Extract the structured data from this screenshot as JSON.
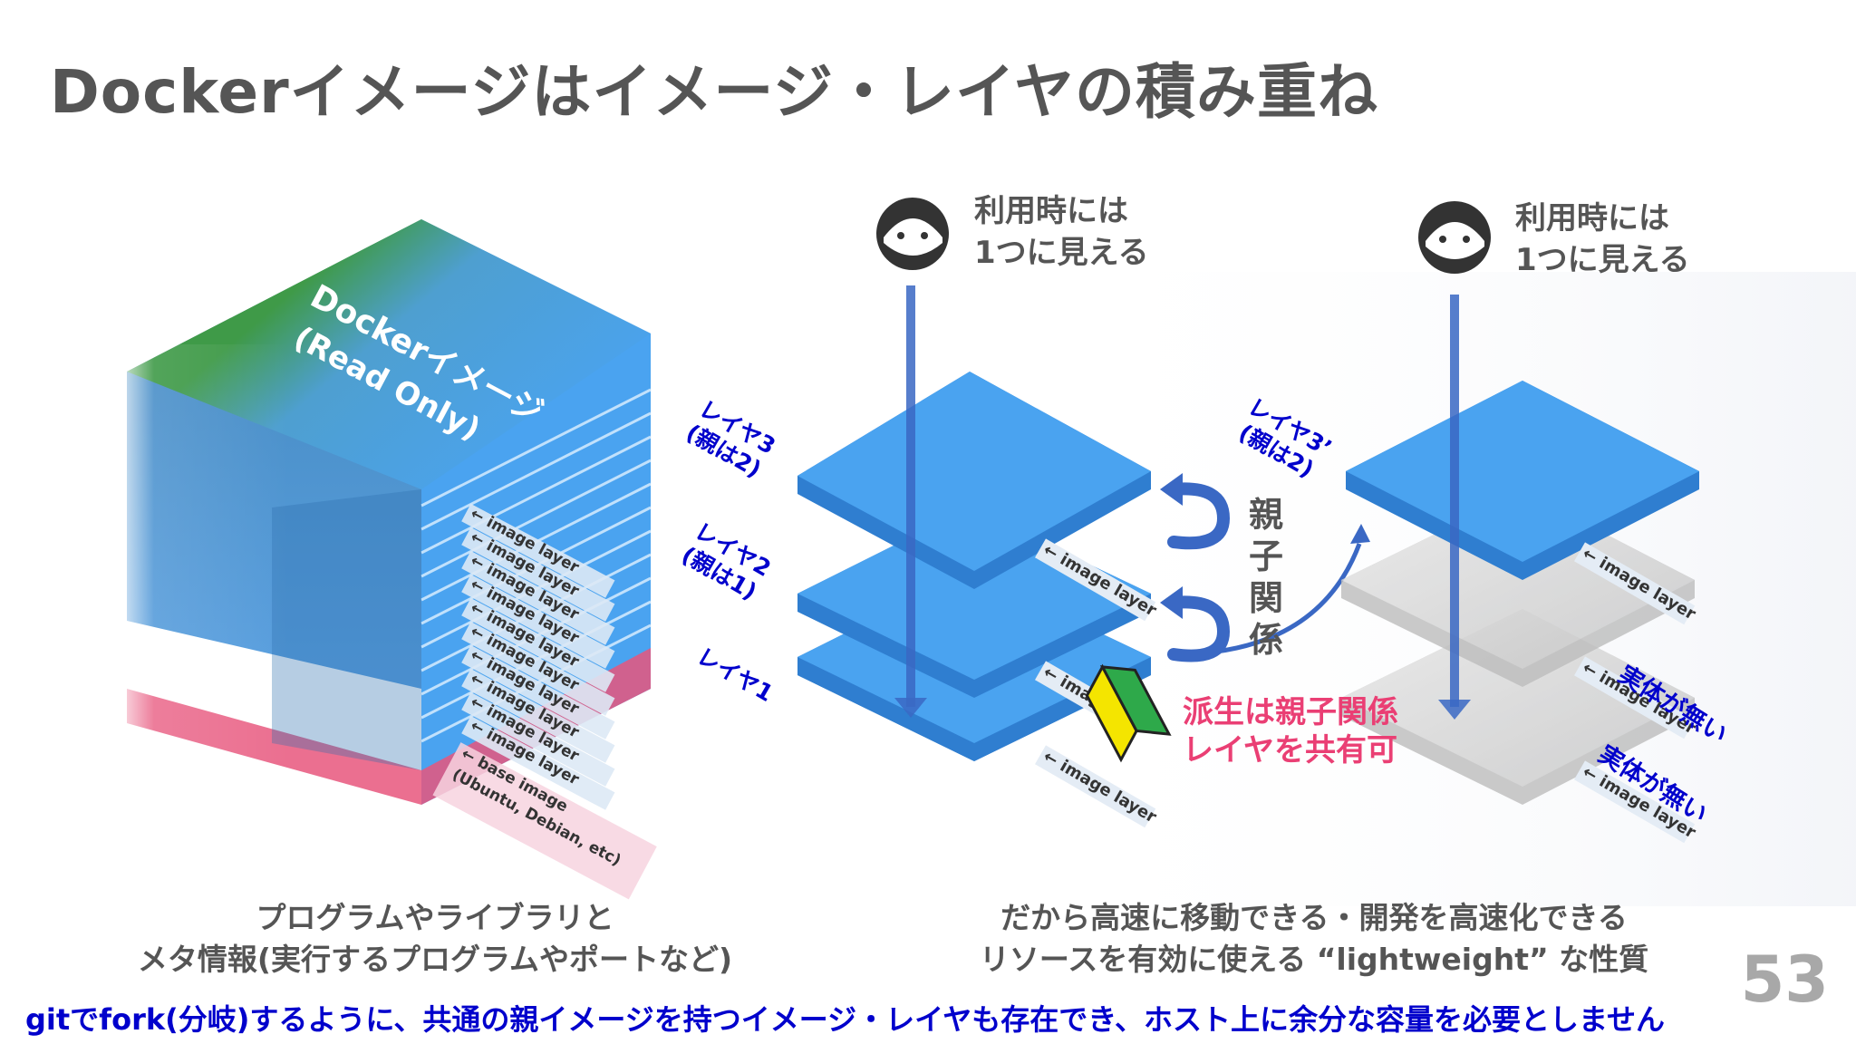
{
  "title": "Dockerイメージはイメージ・レイヤの積み重ね",
  "cube": {
    "top_label_line1": "Dockerイメージ",
    "top_label_line2": "(Read Only)",
    "layer_tag": "← image layer",
    "base_tag_line1": "← base image",
    "base_tag_line2": "(Ubuntu, Debian, etc)"
  },
  "middle": {
    "user_note_line1": "利用時には",
    "user_note_line2": "1つに見える",
    "label_layer3_line1": "レイヤ3",
    "label_layer3_line2": "(親は2)",
    "label_layer2_line1": "レイヤ2",
    "label_layer2_line2": "(親は1)",
    "label_layer1": "レイヤ1",
    "tag_layer3": "← image layer",
    "tag_layer2": "← image",
    "tag_layer1": "← image layer"
  },
  "relation": {
    "kanji": [
      "親",
      "子",
      "関",
      "係"
    ],
    "pink_line1": "派生は親子関係",
    "pink_line2": "レイヤを共有可"
  },
  "right": {
    "user_note_line1": "利用時には",
    "user_note_line2": "1つに見える",
    "label_layer3_line1": "レイヤ3’",
    "label_layer3_line2": "(親は2)",
    "tag_top": "← image layer",
    "tag_mid": "← image layer",
    "tag_bot": "← image layer",
    "nobody_1": "実体が無い",
    "nobody_2": "実体が無い"
  },
  "captions": {
    "left_line1": "プログラムやライブラリと",
    "left_line2": "メタ情報(実行するプログラムやポートなど)",
    "right_line1": "だから高速に移動できる・開発を高速化できる",
    "right_line2": "リソースを有効に使える “lightweight” な性質"
  },
  "footer": "gitでfork(分岐)するように、共通の親イメージを持つイメージ・レイヤも存在でき、ホスト上に余分な容量を必要としません",
  "page_number": "53",
  "colors": {
    "layer_blue": "#4aa3f0",
    "cube_green": "#3f9a48",
    "pink_text": "#ea3f74",
    "label_blue": "#0000cc",
    "arrow_blue": "#3a68c4",
    "ghost_gray": "#d2d2d2",
    "title_gray": "#555555"
  }
}
